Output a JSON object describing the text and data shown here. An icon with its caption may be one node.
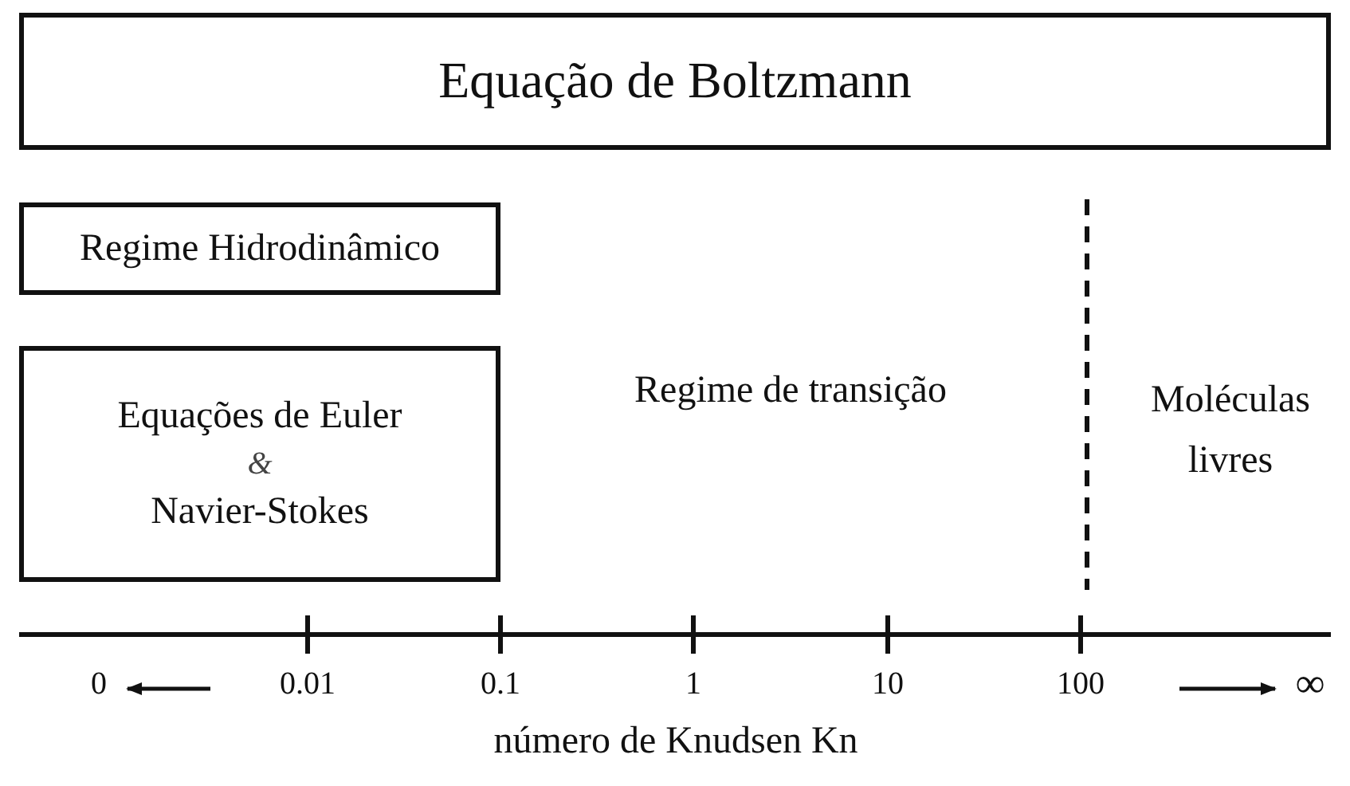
{
  "diagram": {
    "nodes": [
      {
        "text": [
          "Equação de Boltzmann"
        ]
      },
      {
        "text": [
          "Regime Hidrodinâmico"
        ]
      },
      {
        "text": [
          "Equações de Euler",
          "&",
          "Navier-Stokes"
        ]
      }
    ],
    "labels": [
      "Regime de transição",
      "Moléculas livres",
      "0",
      "0.01",
      "0.1",
      "1",
      "10",
      "100",
      "∞",
      "número de Knudsen Kn"
    ]
  }
}
